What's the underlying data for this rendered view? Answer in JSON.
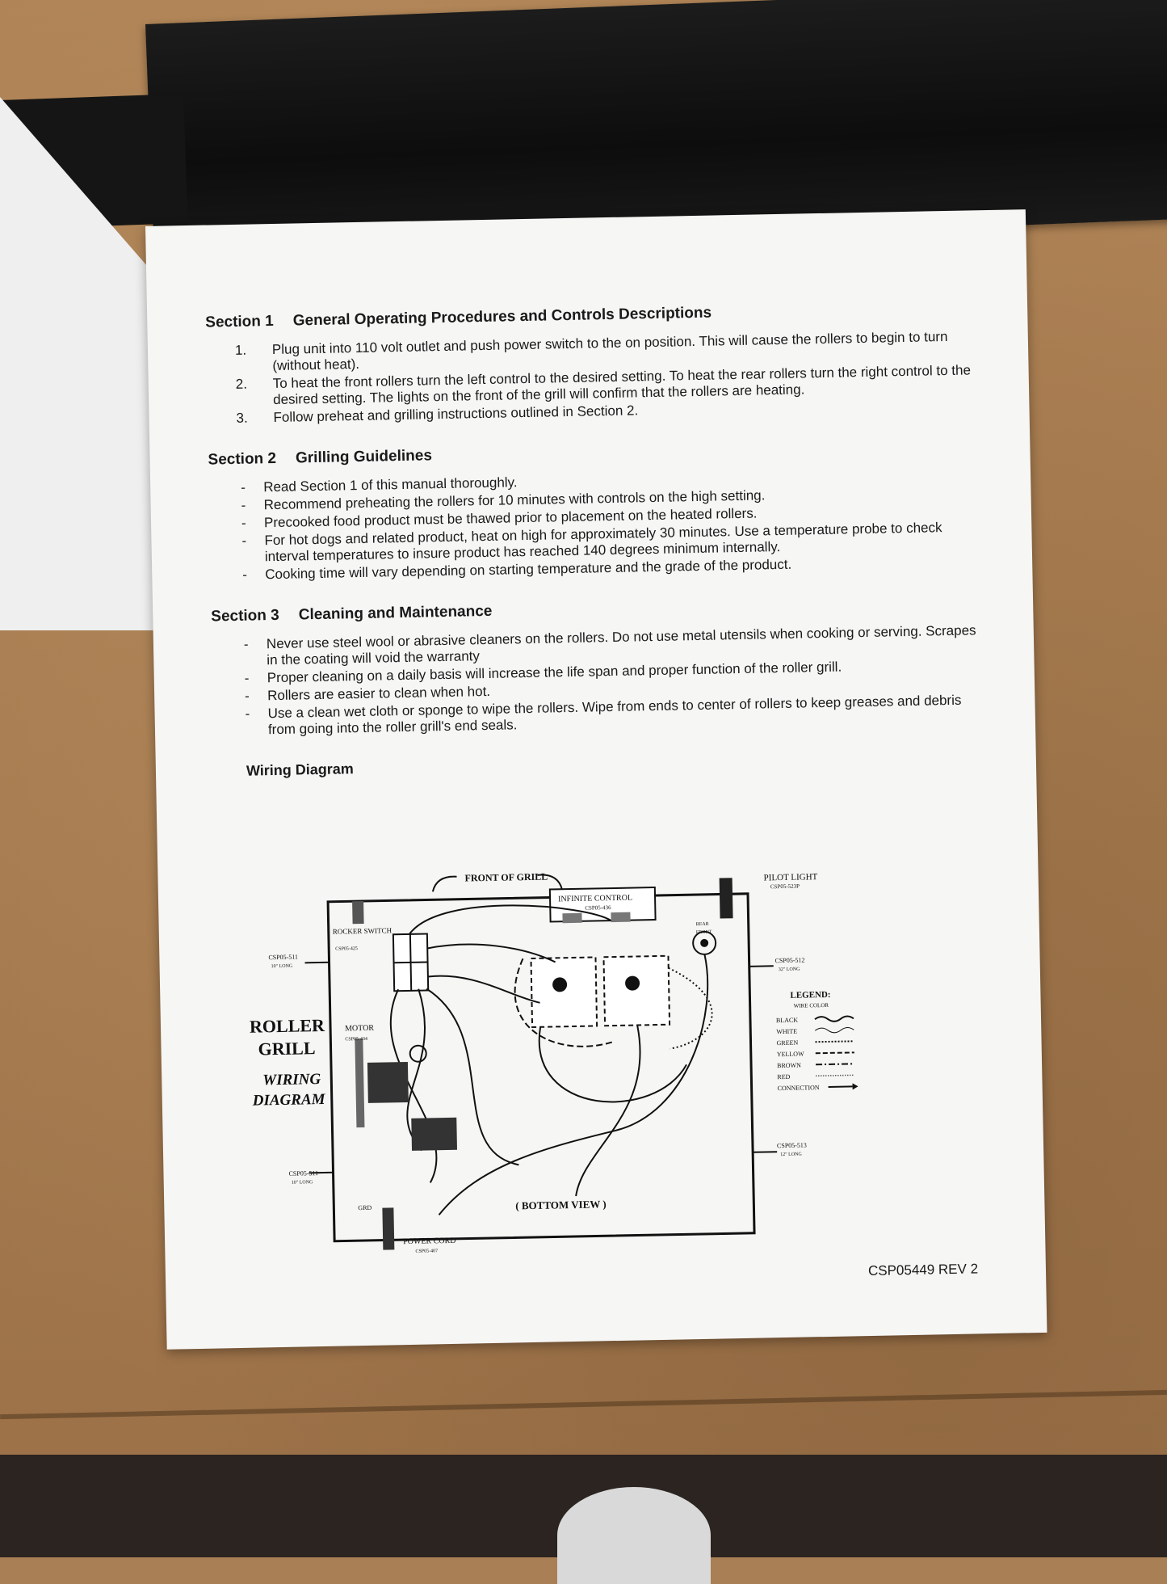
{
  "section1": {
    "number": "Section 1",
    "title": "General Operating Procedures and Controls Descriptions",
    "items": [
      {
        "marker": "1.",
        "text": "Plug unit into 110 volt outlet and push power switch to the on position. This will cause the rollers to begin to turn (without heat)."
      },
      {
        "marker": "2.",
        "text": "To heat the front rollers turn the left control to the desired setting. To heat the rear rollers turn the right control to the desired setting. The lights on the front of the grill will confirm that the rollers are heating."
      },
      {
        "marker": "3.",
        "text": "Follow preheat and grilling instructions outlined in Section 2."
      }
    ]
  },
  "section2": {
    "number": "Section 2",
    "title": "Grilling Guidelines",
    "items": [
      {
        "marker": "-",
        "text": "Read Section 1 of this manual thoroughly."
      },
      {
        "marker": "-",
        "text": "Recommend preheating the rollers for 10 minutes with controls on the high setting."
      },
      {
        "marker": "-",
        "text": "Precooked food product must be thawed prior to placement on the heated rollers."
      },
      {
        "marker": "-",
        "text": "For hot dogs and related product, heat on high for approximately 30 minutes. Use a temperature probe to check interval temperatures to insure product has reached 140 degrees minimum internally."
      },
      {
        "marker": "-",
        "text": "Cooking time will vary depending on starting temperature and the grade of the product."
      }
    ]
  },
  "section3": {
    "number": "Section 3",
    "title": "Cleaning and Maintenance",
    "items": [
      {
        "marker": "-",
        "text": "Never use steel wool or abrasive cleaners on the rollers. Do not use metal utensils when cooking or serving. Scrapes in the coating will void the warranty"
      },
      {
        "marker": "-",
        "text": "Proper cleaning on a daily basis will increase the life span and proper function of the roller grill."
      },
      {
        "marker": "-",
        "text": "Rollers are easier to clean when hot."
      },
      {
        "marker": "-",
        "text": "Use a clean wet cloth or sponge to wipe the rollers. Wipe from ends to center of rollers to keep greases and debris from going into the roller grill's end seals."
      }
    ]
  },
  "wiring": {
    "heading": "Wiring Diagram",
    "front_of_grill": "FRONT OF GRILL",
    "infinite_control": "INFINITE CONTROL",
    "infinite_control_part": "CSP05-436",
    "pilot_light": "PILOT LIGHT",
    "pilot_light_part": "CSP05-523P",
    "rocker_switch": "ROCKER SWITCH",
    "rocker_switch_part": "CSP05-425",
    "wire_left_top": "CSP05-511",
    "wire_left_top_len": "10\" LONG",
    "wire_right_top": "CSP05-512",
    "wire_right_top_len": "32\" LONG",
    "wire_left_bottom": "CSP05-511",
    "wire_left_bottom_len": "10\" LONG",
    "wire_right_bottom": "CSP05-513",
    "wire_right_bottom_len": "12\" LONG",
    "motor": "MOTOR",
    "motor_part": "CSP05-434",
    "title_line1": "ROLLER",
    "title_line2": "GRILL",
    "subtitle_line1": "WIRING",
    "subtitle_line2": "DIAGRAM",
    "legend_title": "LEGEND:",
    "legend_subtitle": "WIRE COLOR",
    "legend_items": [
      "BLACK",
      "WHITE",
      "GREEN",
      "YELLOW",
      "BROWN",
      "RED",
      "CONNECTION"
    ],
    "bottom_view": "( BOTTOM VIEW )",
    "power_cord": "POWER CORD",
    "power_cord_part": "CSP05-407",
    "grd": "GRD",
    "rear": "REAR",
    "front": "FRONT"
  },
  "doc_id": "CSP05449 REV 2"
}
